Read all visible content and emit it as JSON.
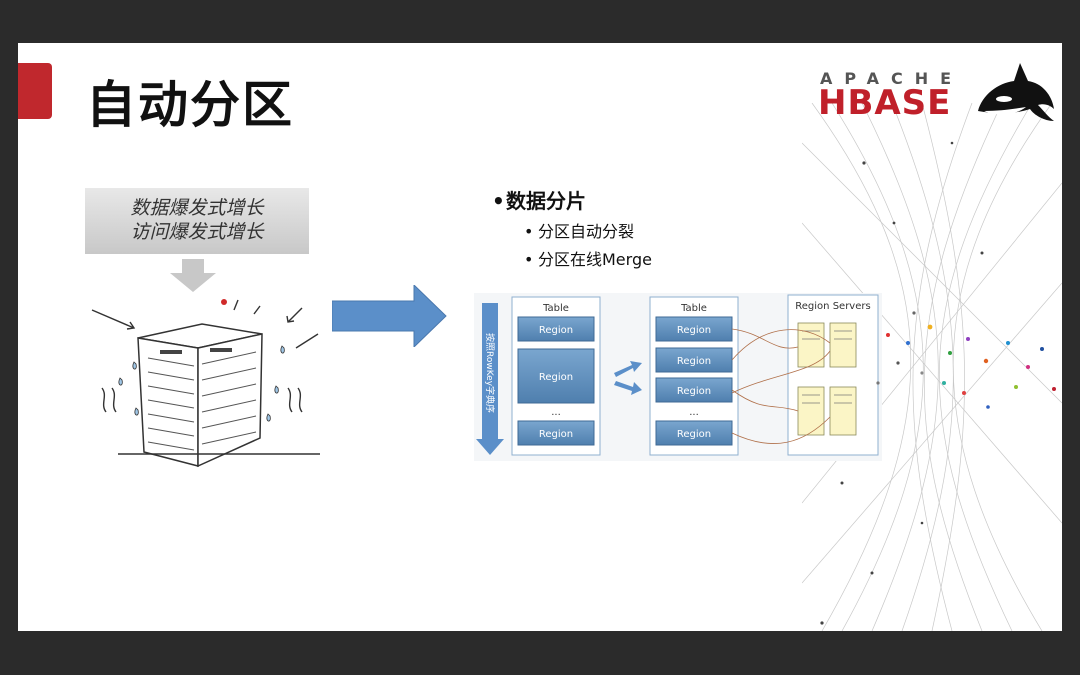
{
  "slide": {
    "title": "自动分区",
    "logo": {
      "apache": "APACHE",
      "hbase": "HBASE"
    },
    "left_box": {
      "line1": "数据爆发式增长",
      "line2": "访问爆发式增长"
    },
    "bullets": {
      "main": "数据分片",
      "sub": [
        "分区自动分裂",
        "分区在线Merge"
      ]
    },
    "diagram": {
      "side_label": "按照RowKey字典序",
      "table1": {
        "label": "Table",
        "regions": [
          "Region",
          "Region",
          "...",
          "Region"
        ]
      },
      "table2": {
        "label": "Table",
        "regions": [
          "Region",
          "Region",
          "Region",
          "...",
          "Region"
        ]
      },
      "servers": {
        "label": "Region Servers"
      }
    }
  },
  "colors": {
    "accent": "#c0282d",
    "arrow": "#5b8fc9",
    "hbase_red": "#c0202a"
  }
}
